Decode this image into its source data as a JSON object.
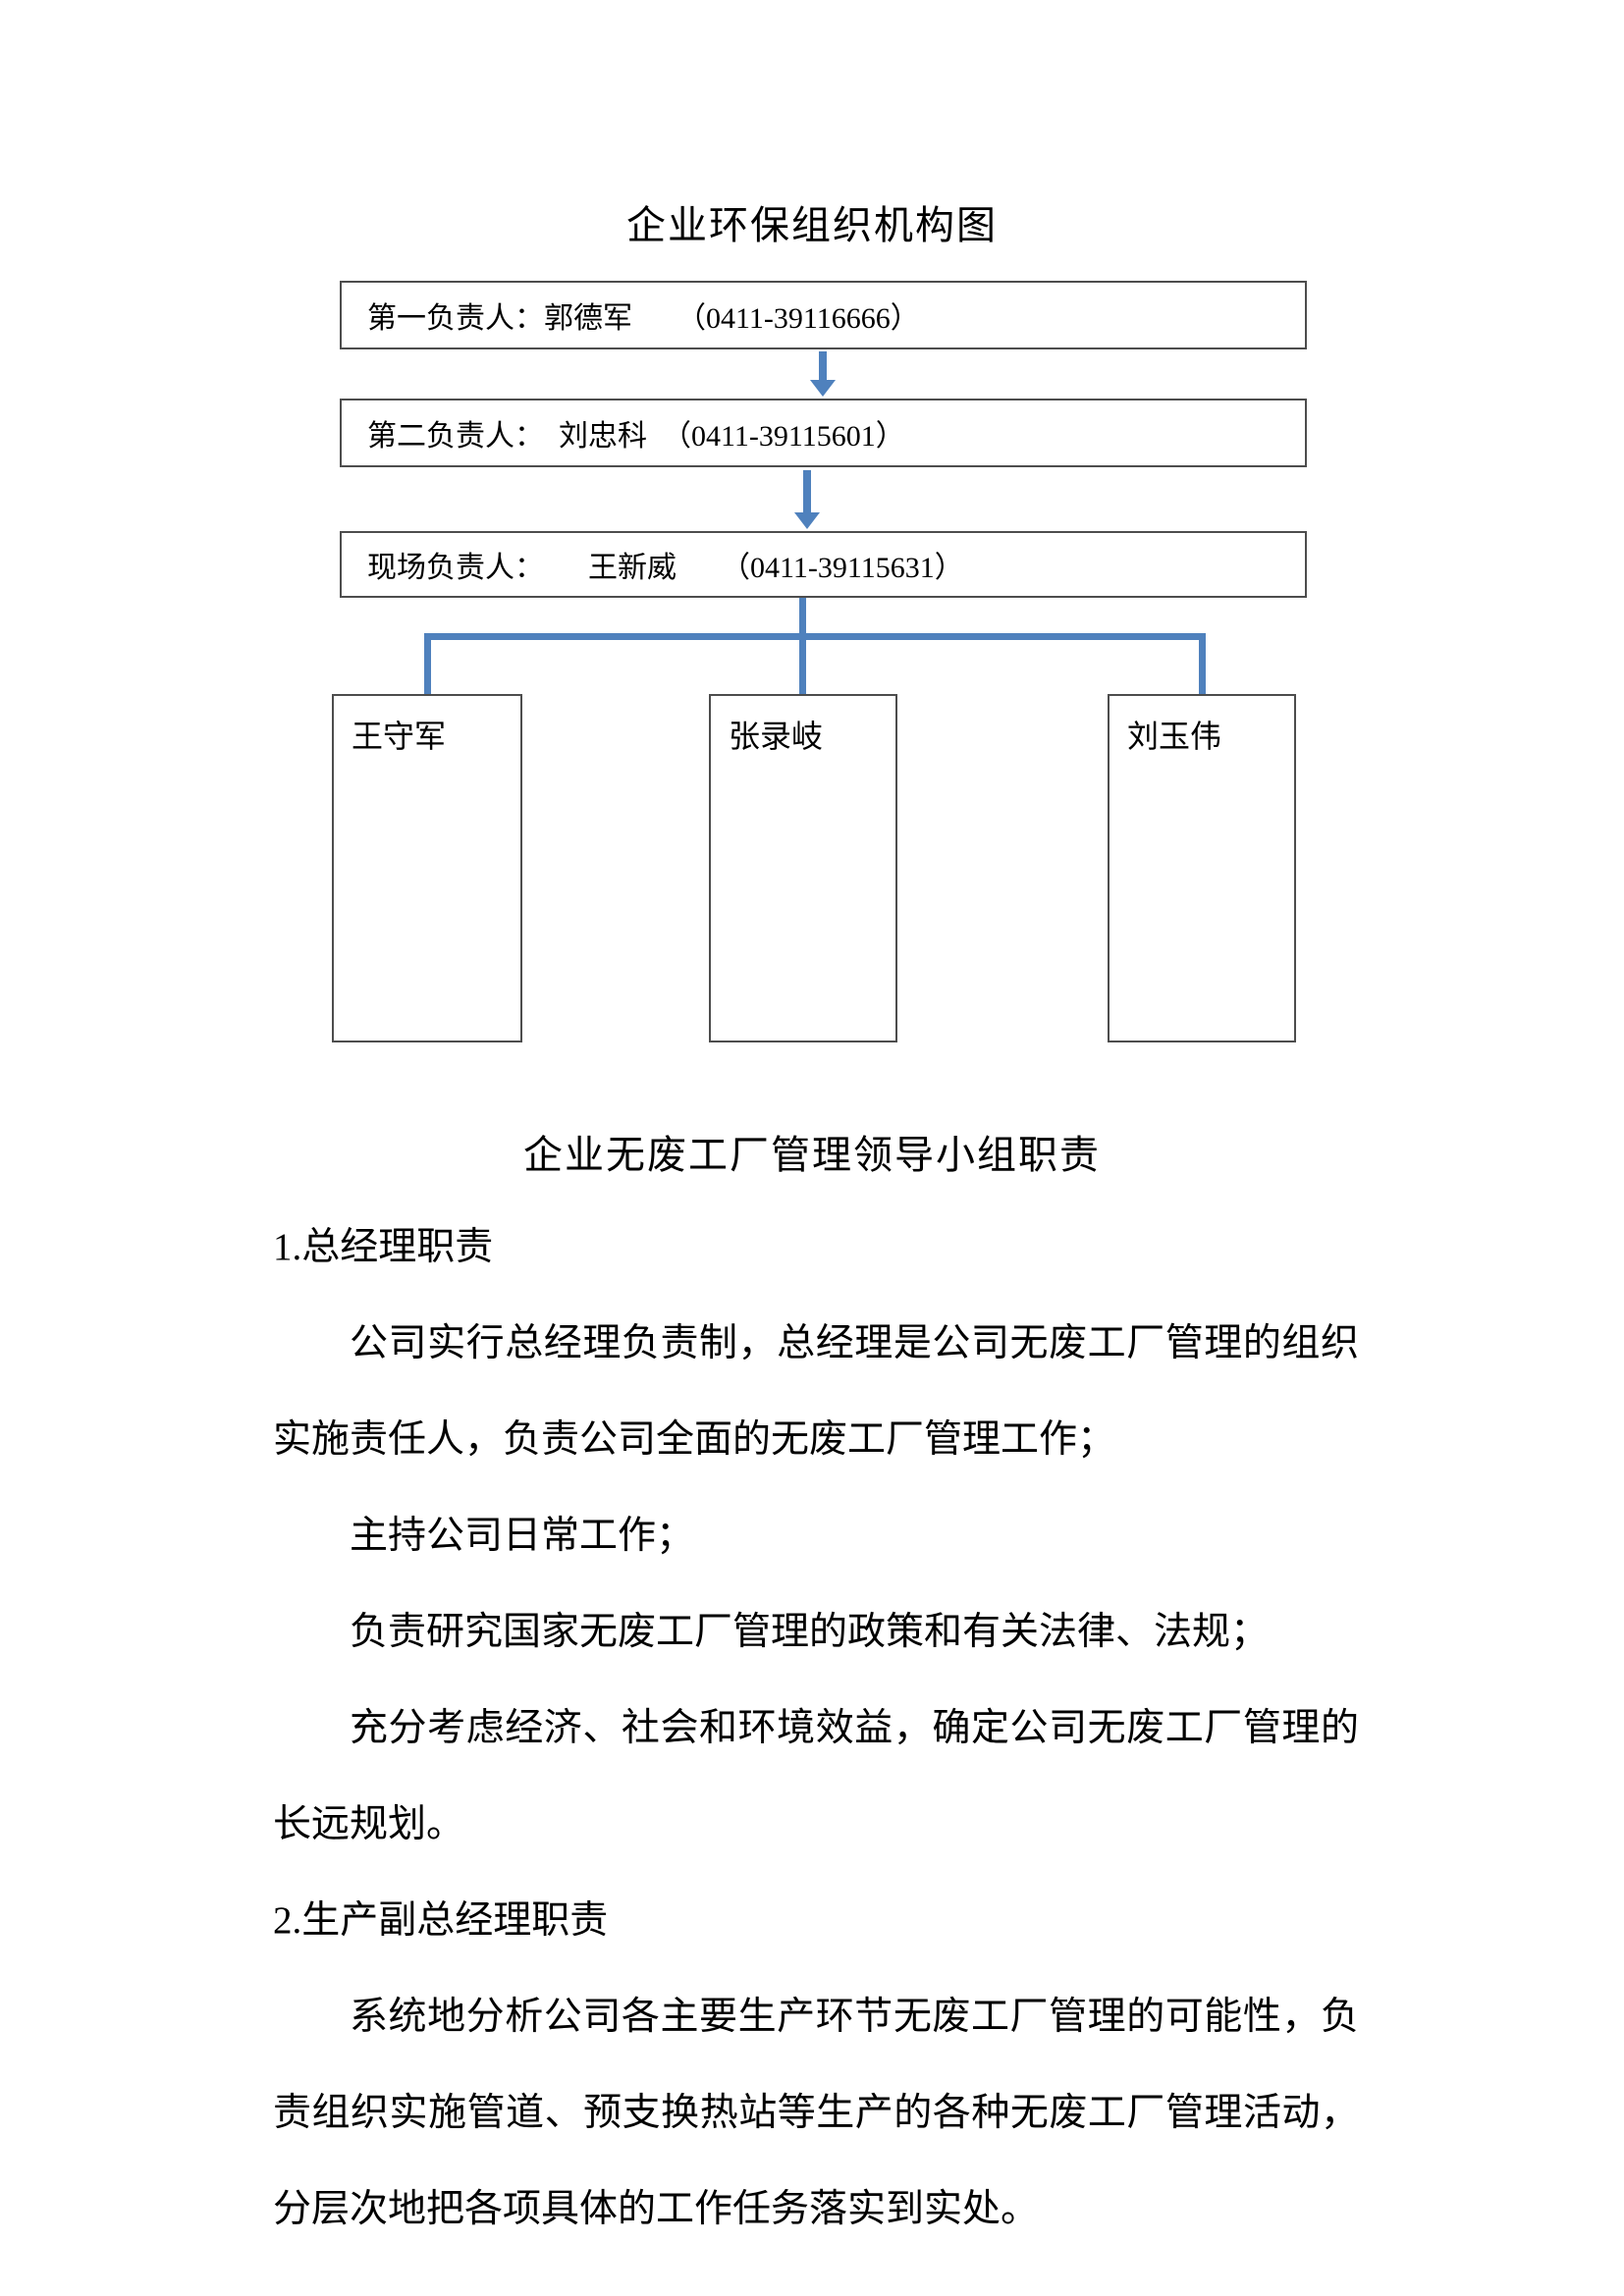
{
  "document": {
    "chart_title": "企业环保组织机构图",
    "org_chart": {
      "level1": "第一负责人：郭德军　　（0411-39116666）",
      "level2": "第二负责人：　刘忠科　（0411-39115601）",
      "level3": "现场负责人：　　王新威　　（0411-39115631）",
      "staff": [
        "王守军",
        "张录岐",
        "刘玉伟"
      ],
      "line_color": "#4f81bd"
    },
    "section_title": "企业无废工厂管理领导小组职责",
    "responsibilities": [
      {
        "type": "heading",
        "text": "1.总经理职责"
      },
      {
        "type": "paragraph",
        "text": "公司实行总经理负责制，总经理是公司无废工厂管理的组织实施责任人，负责公司全面的无废工厂管理工作；"
      },
      {
        "type": "paragraph",
        "text": "主持公司日常工作；"
      },
      {
        "type": "paragraph",
        "text": "负责研究国家无废工厂管理的政策和有关法律、法规；"
      },
      {
        "type": "paragraph",
        "text": "充分考虑经济、社会和环境效益，确定公司无废工厂管理的长远规划。"
      },
      {
        "type": "heading",
        "text": "2.生产副总经理职责"
      },
      {
        "type": "paragraph",
        "text": "系统地分析公司各主要生产环节无废工厂管理的可能性，负责组织实施管道、预支换热站等生产的各种无废工厂管理活动，分层次地把各项具体的工作任务落实到实处。"
      }
    ]
  }
}
